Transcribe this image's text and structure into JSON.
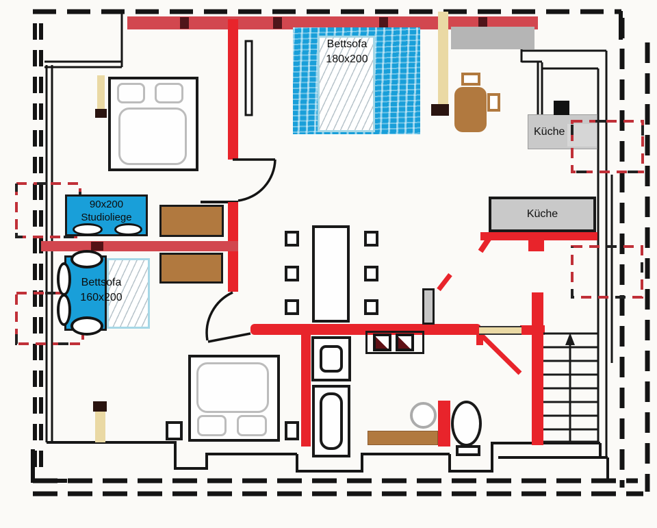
{
  "title": "Dachgeschoss Grundriss / attic floor plan with furnishing",
  "labels": {
    "bettsofa180_l1": "Bettsofa",
    "bettsofa180_l2": "180x200",
    "studioliege_l1": "90x200",
    "studioliege_l2": "Studioliege",
    "bettsofa160_l1": "Bettsofa",
    "bettsofa160_l2": "160x200",
    "kueche_upper": "Küche",
    "kueche_main": "Küche"
  },
  "colors": {
    "red": "#e8242b",
    "red_aged": "#d2474f",
    "blue": "#199fd9",
    "light_blue": "#a6d7e6",
    "brown": "#b1793f",
    "beige": "#ead9a4",
    "gray_box": "#c9c9c9",
    "counter_gray": "#b5b5b5",
    "duvet_gray": "#bcbcbc",
    "marker_red": "#c03038"
  },
  "furniture": [
    {
      "name": "double-bed-top-left"
    },
    {
      "name": "studioliege-90x200",
      "label": "90x200 Studioliege"
    },
    {
      "name": "bettsofa-160x200",
      "label": "Bettsofa 160x200"
    },
    {
      "name": "bettsofa-180x200",
      "label": "Bettsofa 180x200"
    },
    {
      "name": "double-bed-bottom-left"
    },
    {
      "name": "dining-table-with-6-chairs"
    },
    {
      "name": "armchair"
    },
    {
      "name": "kitchen-counter-upper",
      "label": "Küche"
    },
    {
      "name": "kitchen-block-main",
      "label": "Küche"
    },
    {
      "name": "sink-unit"
    },
    {
      "name": "bathtub"
    },
    {
      "name": "toilet"
    },
    {
      "name": "wash-basin"
    },
    {
      "name": "bench"
    },
    {
      "name": "stairs-up"
    }
  ]
}
